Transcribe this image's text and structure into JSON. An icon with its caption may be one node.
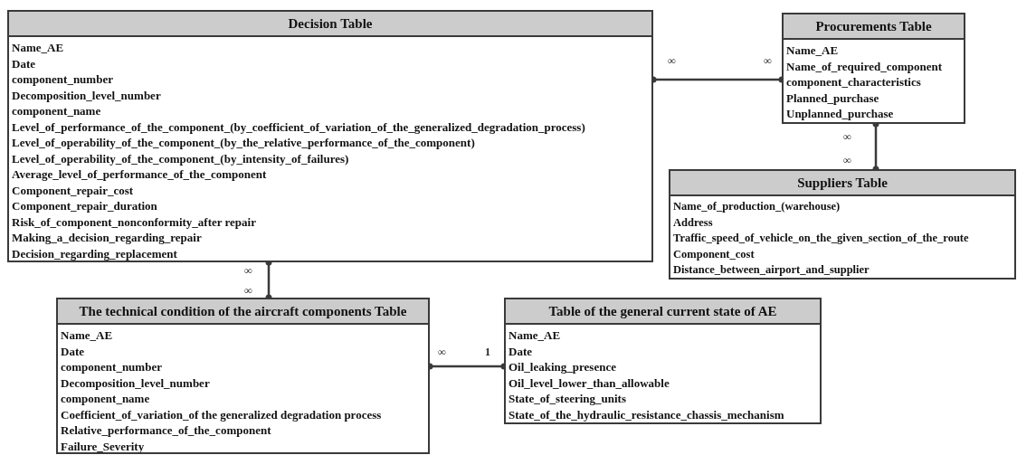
{
  "diagram": {
    "nodes": [
      {
        "text": [
          "Decision Table",
          "Name_AE",
          "Date",
          "component_number",
          "Decomposition_level_number",
          "component_name",
          "Level_of_performance_of_the_component_(by_coefficient_of_variation_of_the_generalized_degradation_process)",
          "Level_of_operability_of_the_component_(by_the_relative_performance_of_the_component)",
          "Level_of_operability_of_the_component_(by_intensity_of_failures)",
          "Average_level_of_performance_of_the_component",
          "Component_repair_cost",
          "Component_repair_duration",
          "Risk_of_component_nonconformity_after repair",
          "Making_a_decision_regarding_repair",
          "Decision_regarding_replacement"
        ]
      },
      {
        "text": [
          "Procurements Table",
          "Name_AE",
          "Name_of_required_component",
          "component_characteristics",
          "Planned_purchase",
          "Unplanned_purchase"
        ]
      },
      {
        "text": [
          "Suppliers Table",
          "Name_of_production_(warehouse)",
          "Address",
          "Traffic_speed_of_vehicle_on_the_given_section_of_the_route",
          "Component_cost",
          "Distance_between_airport_and_supplier"
        ]
      },
      {
        "text": [
          "The technical condition of the aircraft components Table",
          "Name_AE",
          "Date",
          "component_number",
          "Decomposition_level_number",
          "component_name",
          "Coefficient_of_variation_of the generalized degradation process",
          "Relative_performance_of_the_component",
          "Failure_Severity"
        ]
      },
      {
        "text": [
          "Table of the general current state of AE",
          "Name_AE",
          "Date",
          "Oil_leaking_presence",
          "Oil_level_lower_than_allowable",
          "State_of_steering_units",
          "State_of_the_hydraulic_resistance_chassis_mechanism"
        ]
      }
    ],
    "edges": [
      {
        "from": 0,
        "to": 1,
        "arrow": "other"
      },
      {
        "from": 1,
        "to": 2,
        "arrow": "other"
      },
      {
        "from": 0,
        "to": 3,
        "arrow": "other"
      },
      {
        "from": 3,
        "to": 4,
        "arrow": "other"
      }
    ],
    "labels": [
      "∞",
      "∞",
      "∞",
      "∞",
      "∞",
      "∞",
      "∞",
      "1"
    ]
  }
}
